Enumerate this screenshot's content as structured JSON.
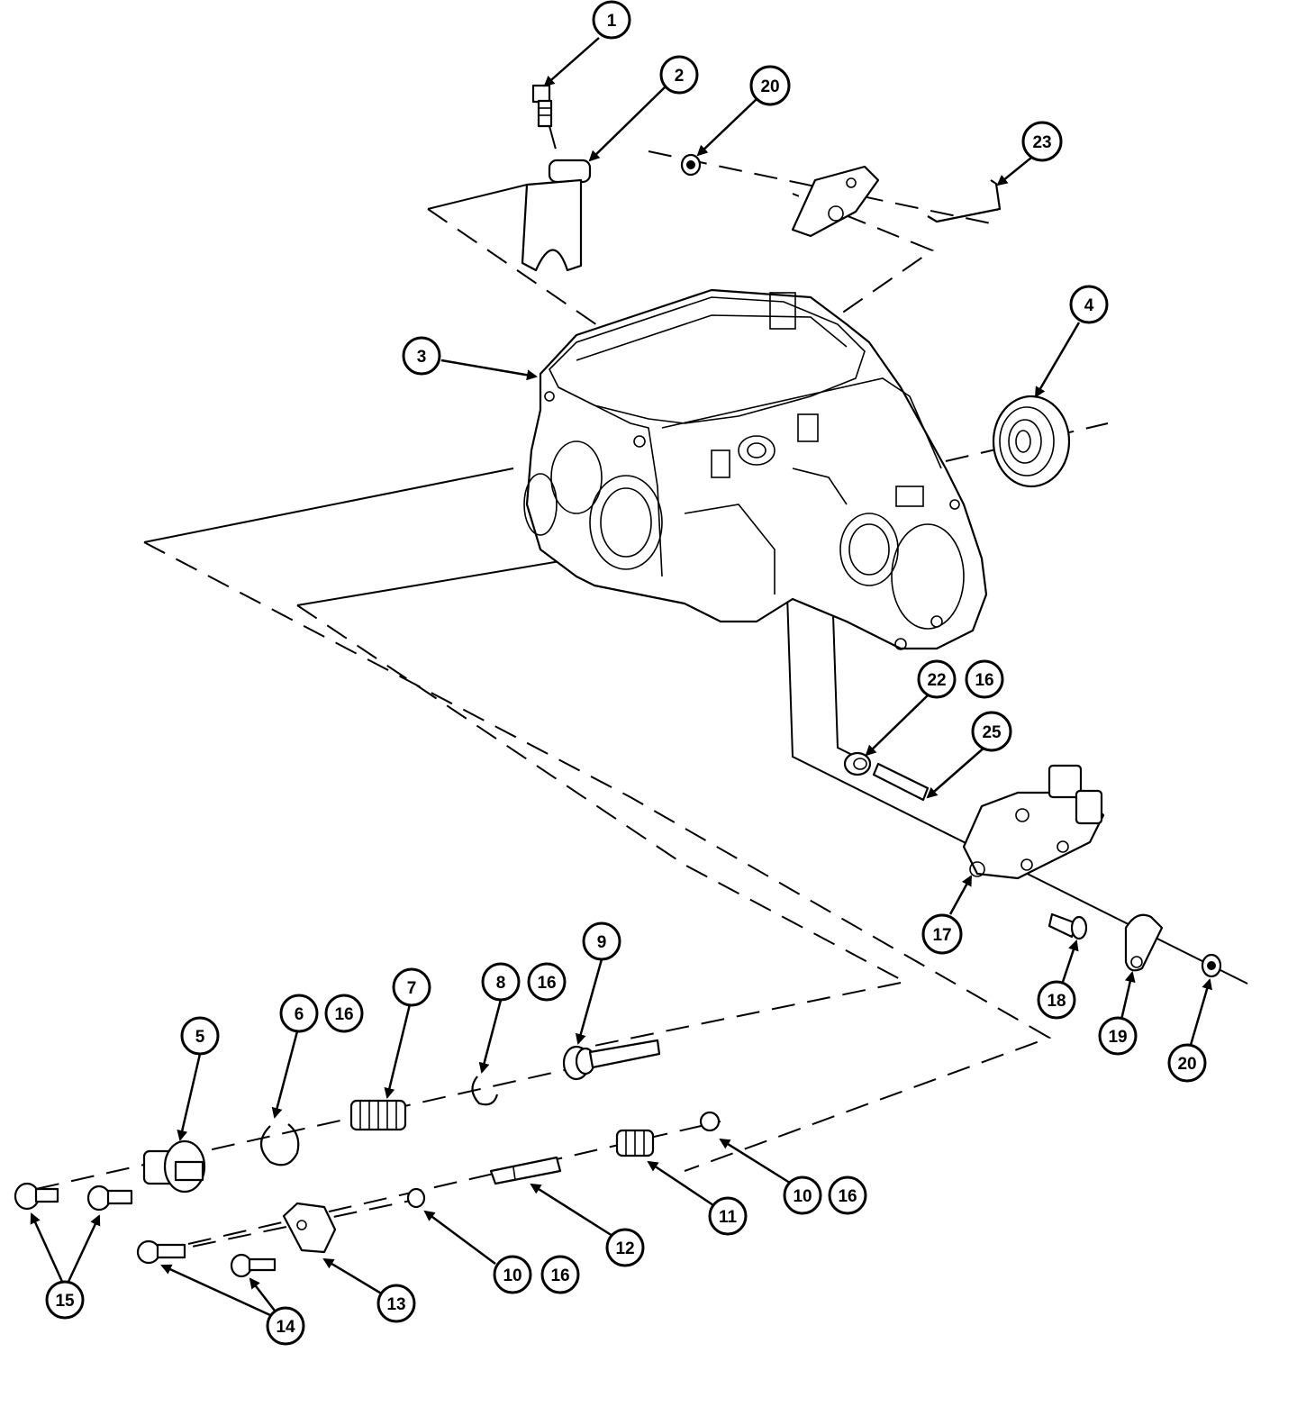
{
  "callouts": [
    {
      "id": "c1",
      "label": "1"
    },
    {
      "id": "c2",
      "label": "2"
    },
    {
      "id": "c20a",
      "label": "20"
    },
    {
      "id": "c23",
      "label": "23"
    },
    {
      "id": "c3",
      "label": "3"
    },
    {
      "id": "c4",
      "label": "4"
    },
    {
      "id": "c22",
      "label": "22"
    },
    {
      "id": "c16a",
      "label": "16"
    },
    {
      "id": "c25",
      "label": "25"
    },
    {
      "id": "c17",
      "label": "17"
    },
    {
      "id": "c18",
      "label": "18"
    },
    {
      "id": "c19",
      "label": "19"
    },
    {
      "id": "c20b",
      "label": "20"
    },
    {
      "id": "c9",
      "label": "9"
    },
    {
      "id": "c8",
      "label": "8"
    },
    {
      "id": "c16b",
      "label": "16"
    },
    {
      "id": "c7",
      "label": "7"
    },
    {
      "id": "c6",
      "label": "6"
    },
    {
      "id": "c16c",
      "label": "16"
    },
    {
      "id": "c5",
      "label": "5"
    },
    {
      "id": "c10a",
      "label": "10"
    },
    {
      "id": "c16d",
      "label": "16"
    },
    {
      "id": "c11",
      "label": "11"
    },
    {
      "id": "c12",
      "label": "12"
    },
    {
      "id": "c10b",
      "label": "10"
    },
    {
      "id": "c16e",
      "label": "16"
    },
    {
      "id": "c13",
      "label": "13"
    },
    {
      "id": "c14",
      "label": "14"
    },
    {
      "id": "c15",
      "label": "15"
    }
  ]
}
